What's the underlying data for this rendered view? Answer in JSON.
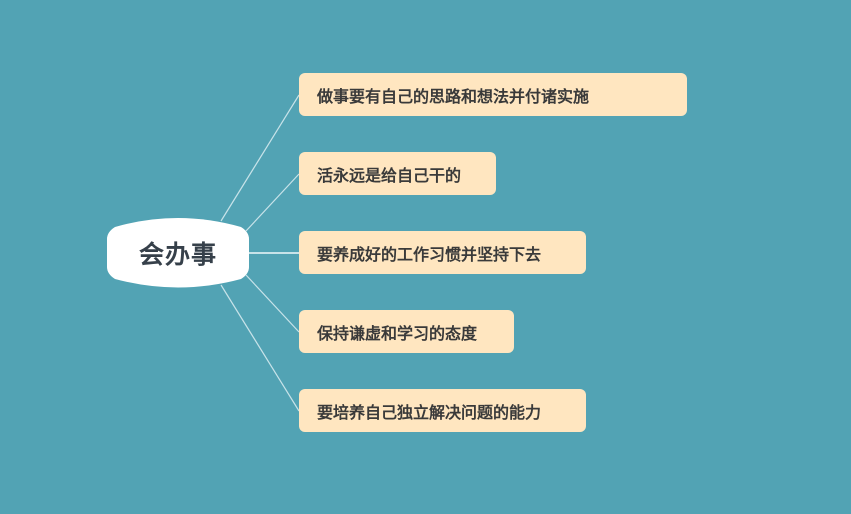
{
  "mindmap": {
    "root": {
      "label": "会办事"
    },
    "branches": [
      {
        "label": "做事要有自己的思路和想法并付诸实施"
      },
      {
        "label": "活永远是给自己干的"
      },
      {
        "label": "要养成好的工作习惯并坚持下去"
      },
      {
        "label": "保持谦虚和学习的态度"
      },
      {
        "label": "要培养自己独立解决问题的能力"
      }
    ]
  },
  "colors": {
    "background": "#52a3b4",
    "root_fill": "#ffffff",
    "root_text": "#36404a",
    "branch_fill": "#ffe6c0",
    "branch_text": "#3a3a3a",
    "connector": "#c8e3e9"
  }
}
